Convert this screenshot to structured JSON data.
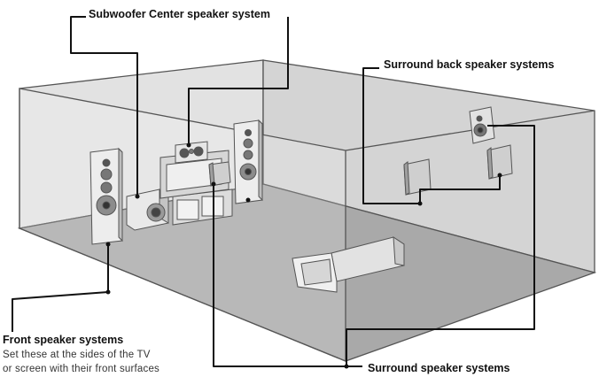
{
  "labels": {
    "subwoofer_center": "Subwoofer Center speaker system",
    "surround_back": "Surround back speaker systems",
    "front": "Front speaker systems",
    "front_note_line1": "Set these at the sides of the TV",
    "front_note_line2": "or screen with their front surfaces",
    "surround": "Surround speaker systems"
  },
  "colors": {
    "room_fill": "#d9d9d9",
    "floor_fill": "#a6a6a6",
    "speaker_fill": "#e8e8e8",
    "edge": "#555555",
    "leader_line": "#111111"
  }
}
